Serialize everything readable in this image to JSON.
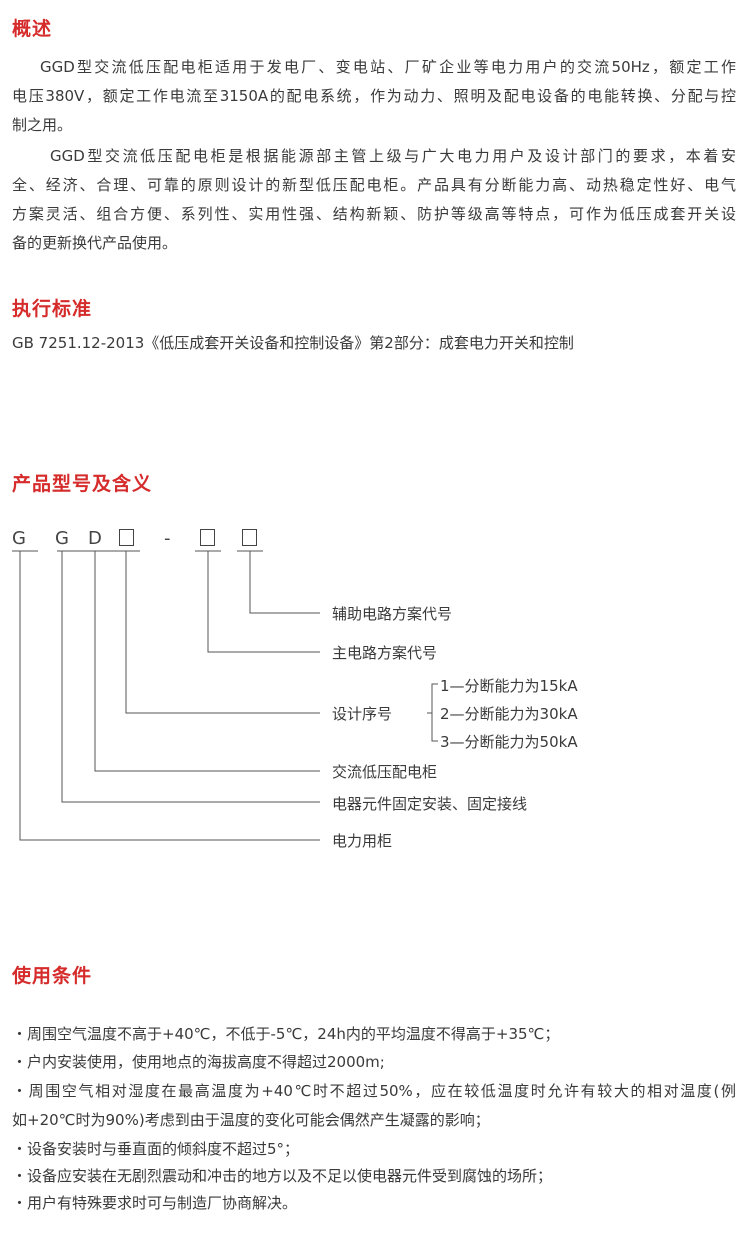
{
  "overview": {
    "heading": "概述",
    "lines": [
      "GGD型交流低压配电柜适用于发电厂、变电站、厂矿企业等电力用户的交流50Hz，额定工作",
      "电压380V，额定工作电流至3150A的配电系统，作为动力、照明及配电设备的电能转换、分配与控",
      "制之用。",
      "GGD型交流低压配电柜是根据能源部主管上级与广大电力用户及设计部门的要求，本着安",
      "全、经济、合理、可靠的原则设计的新型低压配电柜。产品具有分断能力高、动热稳定性好、电气",
      "方案灵活、组合方便、系列性、实用性强、结构新颖、防护等级高等特点，可作为低压成套开关设",
      "备的更新换代产品使用。"
    ]
  },
  "standard": {
    "heading": "执行标准",
    "text": "GB 7251.12-2013《低压成套开关设备和控制设备》第2部分：成套电力开关和控制"
  },
  "model": {
    "heading": "产品型号及含义",
    "code": [
      "G",
      "G",
      "D",
      "-"
    ],
    "labels": {
      "aux": "辅助电路方案代号",
      "main": "主电路方案代号",
      "design": "设计序号",
      "ac": "交流低压配电柜",
      "fixed": "电器元件固定安装、固定接线",
      "power": "电力用柜"
    },
    "design_options": [
      "1—分断能力为15kA",
      "2—分断能力为30kA",
      "3—分断能力为50kA"
    ]
  },
  "conditions": {
    "heading": "使用条件",
    "lines": [
      "・周围空气温度不高于+40℃，不低于-5℃，24h内的平均温度不得高于+35℃；",
      "・户内安装使用，使用地点的海拔高度不得超过2000m;",
      "・周围空气相对湿度在最高温度为+40℃时不超过50%，应在较低温度时允许有较大的相对温度(例",
      "如+20℃时为90%)考虑到由于温度的变化可能会偶然产生凝露的影响；",
      "・设备安装时与垂直面的倾斜度不超过5°；",
      "・设备应安装在无剧烈震动和冲击的地方以及不足以使电器元件受到腐蚀的场所；",
      "・用户有特殊要求时可与制造厂协商解决。"
    ]
  },
  "colors": {
    "heading": "#d52b2b",
    "text": "#3a3a3a"
  }
}
